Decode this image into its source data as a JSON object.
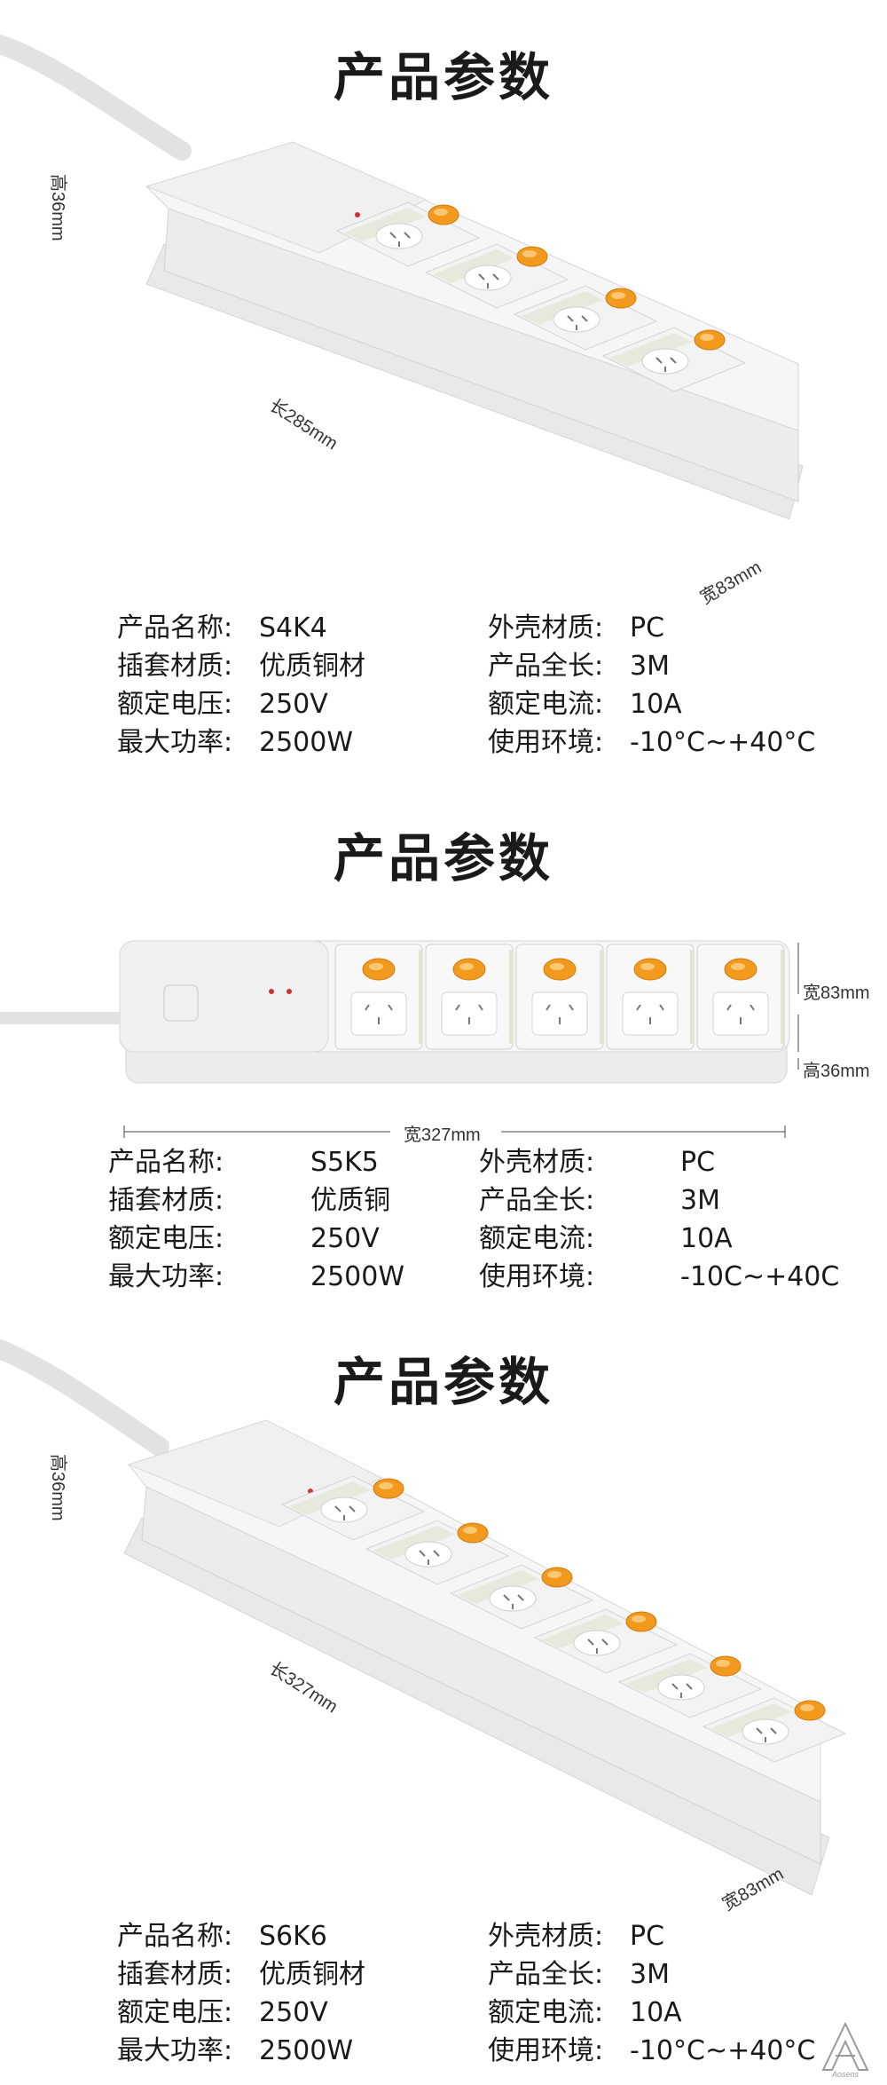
{
  "sections": [
    {
      "title": "产品参数",
      "dims": {
        "height": "高36mm",
        "length": "长285mm",
        "width": "宽83mm"
      },
      "specs": [
        {
          "label": "产品名称:",
          "value": "S4K4"
        },
        {
          "label": "外壳材质:",
          "value": "PC"
        },
        {
          "label": "插套材质:",
          "value": "优质铜材"
        },
        {
          "label": "产品全长:",
          "value": "3M"
        },
        {
          "label": "额定电压:",
          "value": "250V"
        },
        {
          "label": "额定电流:",
          "value": "10A"
        },
        {
          "label": "最大功率:",
          "value": "2500W"
        },
        {
          "label": "使用环境:",
          "value": "-10°C~+40°C"
        }
      ],
      "outlets": 4
    },
    {
      "title": "产品参数",
      "dims": {
        "width": "宽83mm",
        "height": "高36mm",
        "length": "宽327mm"
      },
      "specs": [
        {
          "label": "产品名称:",
          "value": "S5K5"
        },
        {
          "label": "外壳材质:",
          "value": "PC"
        },
        {
          "label": "插套材质:",
          "value": "优质铜"
        },
        {
          "label": "产品全长:",
          "value": "3M"
        },
        {
          "label": "额定电压:",
          "value": "250V"
        },
        {
          "label": "额定电流:",
          "value": "10A"
        },
        {
          "label": "最大功率:",
          "value": "2500W"
        },
        {
          "label": "使用环境:",
          "value": "-10C~+40C"
        }
      ],
      "outlets": 5
    },
    {
      "title": "产品参数",
      "dims": {
        "height": "高36mm",
        "length": "长327mm",
        "width": "宽83mm"
      },
      "specs": [
        {
          "label": "产品名称:",
          "value": "S6K6"
        },
        {
          "label": "外壳材质:",
          "value": "PC"
        },
        {
          "label": "插套材质:",
          "value": "优质铜材"
        },
        {
          "label": "产品全长:",
          "value": "3M"
        },
        {
          "label": "额定电压:",
          "value": "250V"
        },
        {
          "label": "额定电流:",
          "value": "10A"
        },
        {
          "label": "最大功率:",
          "value": "2500W"
        },
        {
          "label": "使用环境:",
          "value": "-10°C~+40°C"
        }
      ],
      "outlets": 6
    }
  ],
  "colors": {
    "switch": "#f29a1e",
    "body": "#f1f1f1",
    "accent_band": "#dfe6d2"
  },
  "watermark": {
    "text": "Aosens",
    "icon": "aosens-logo-icon"
  }
}
